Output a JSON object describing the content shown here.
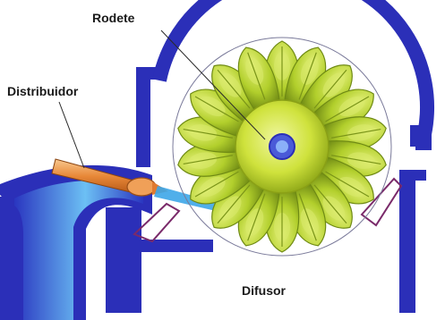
{
  "diagram": {
    "labels": {
      "rodete": "Rodete",
      "distribuidor": "Distribuidor",
      "difusor": "Difusor"
    },
    "runner_bucket_count": 18,
    "colors": {
      "casing": "#2b2fb8",
      "casing_light": "#4a56d8",
      "pipe_light": "#5ab0ef",
      "bucket": "#b9d531",
      "bucket_dark": "#6f8a14",
      "hub": "#d4e845",
      "needle": "#f0a058",
      "jet": "#3da6e8",
      "leader": "#2a2a2a",
      "deflector": "#7a2a6a"
    }
  }
}
